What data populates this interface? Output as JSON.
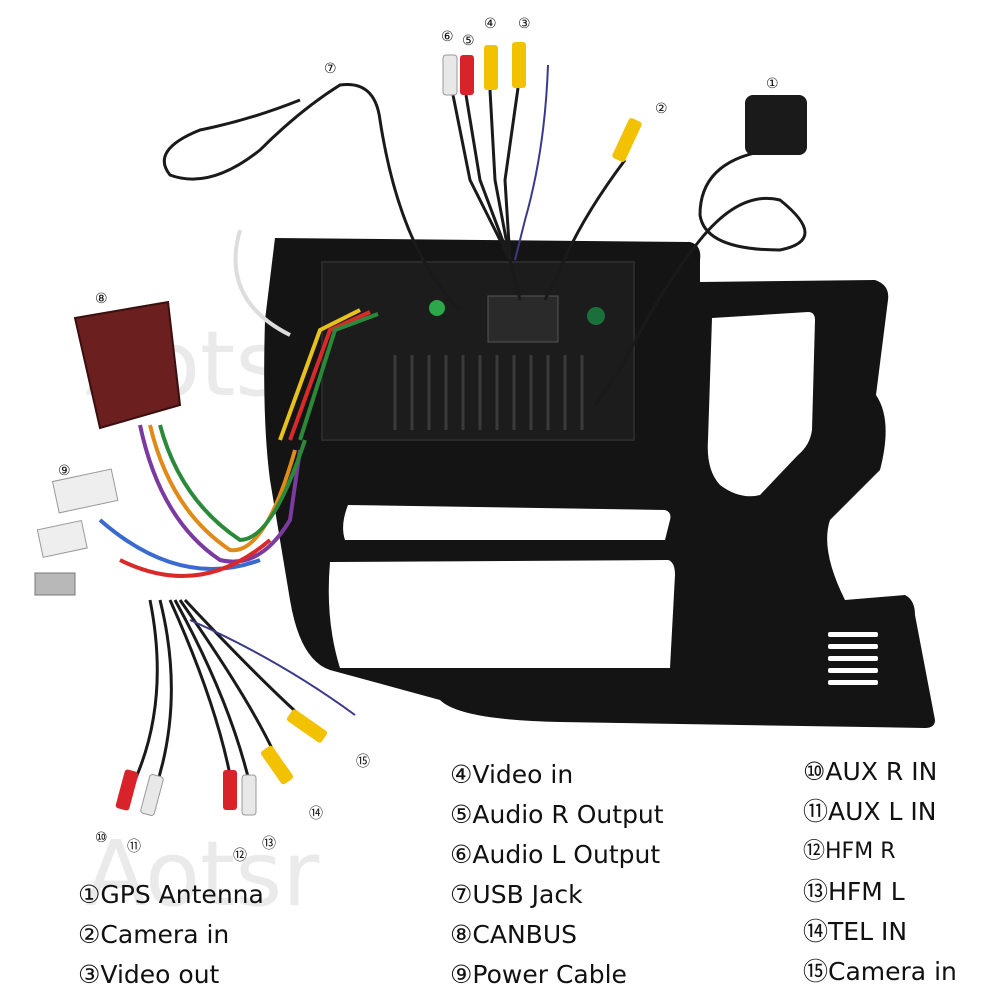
{
  "watermark": "Aotsr",
  "callouts": [
    "①",
    "②",
    "③",
    "④",
    "⑤",
    "⑥",
    "⑦",
    "⑧",
    "⑨",
    "⑩",
    "⑪",
    "⑫",
    "⑬",
    "⑭",
    "⑮"
  ],
  "legend": [
    {
      "num": "①",
      "label": "GPS Antenna"
    },
    {
      "num": "②",
      "label": "Camera in"
    },
    {
      "num": "③",
      "label": "Video out"
    },
    {
      "num": "④",
      "label": "Video in"
    },
    {
      "num": "⑤",
      "label": "Audio R Output"
    },
    {
      "num": "⑥",
      "label": "Audio L Output"
    },
    {
      "num": "⑦",
      "label": "USB Jack"
    },
    {
      "num": "⑧",
      "label": "CANBUS"
    },
    {
      "num": "⑨",
      "label": "Power Cable"
    },
    {
      "num": "⑩",
      "label": "AUX R IN"
    },
    {
      "num": "⑪",
      "label": "AUX L IN"
    },
    {
      "num": "⑫",
      "label": "HFM R"
    },
    {
      "num": "⑬",
      "label": "HFM L"
    },
    {
      "num": "⑭",
      "label": "TEL IN"
    },
    {
      "num": "⑮",
      "label": "Camera in"
    }
  ],
  "colors": {
    "frame": "#141414",
    "cable": "#1a1a1a",
    "rca_yellow": "#f2c200",
    "rca_red": "#d8232a",
    "rca_white": "#e8e8e8",
    "canbus_box": "#6b1f1f"
  }
}
